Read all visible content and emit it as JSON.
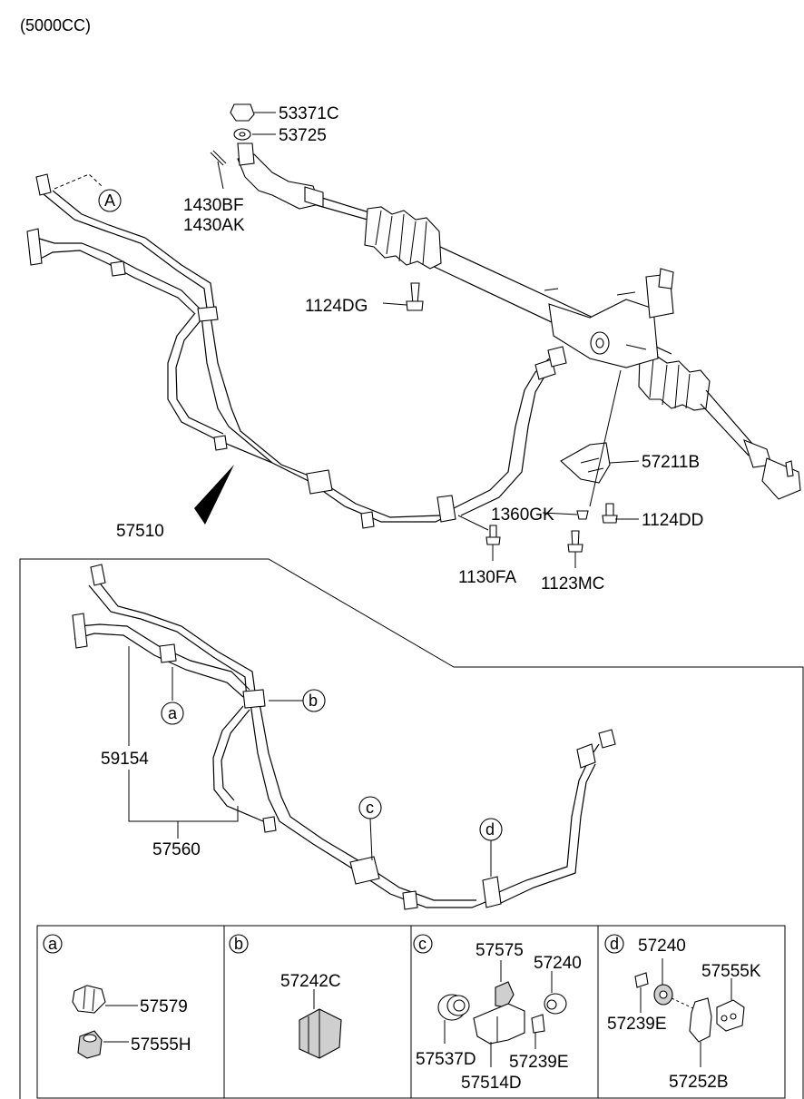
{
  "header": {
    "engine_variant": "(5000CC)"
  },
  "callouts": {
    "A": "A",
    "a": "a",
    "b": "b",
    "c": "c",
    "d": "d"
  },
  "part_labels": {
    "p53371C": "53371C",
    "p53725": "53725",
    "p1430BF": "1430BF",
    "p1430AK": "1430AK",
    "p1124DG": "1124DG",
    "p57211B": "57211B",
    "p1360GK": "1360GK",
    "p1124DD": "1124DD",
    "p1130FA": "1130FA",
    "p1123MC": "1123MC",
    "p57510": "57510",
    "p59154": "59154",
    "p57560": "57560"
  },
  "detail_panels": [
    {
      "key": "a",
      "labels": [
        "57579",
        "57555H"
      ]
    },
    {
      "key": "b",
      "labels": [
        "57242C"
      ]
    },
    {
      "key": "c",
      "labels": [
        "57575",
        "57240",
        "57537D",
        "57239E",
        "57514D"
      ]
    },
    {
      "key": "d",
      "labels": [
        "57240",
        "57555K",
        "57239E",
        "57252B"
      ]
    }
  ]
}
